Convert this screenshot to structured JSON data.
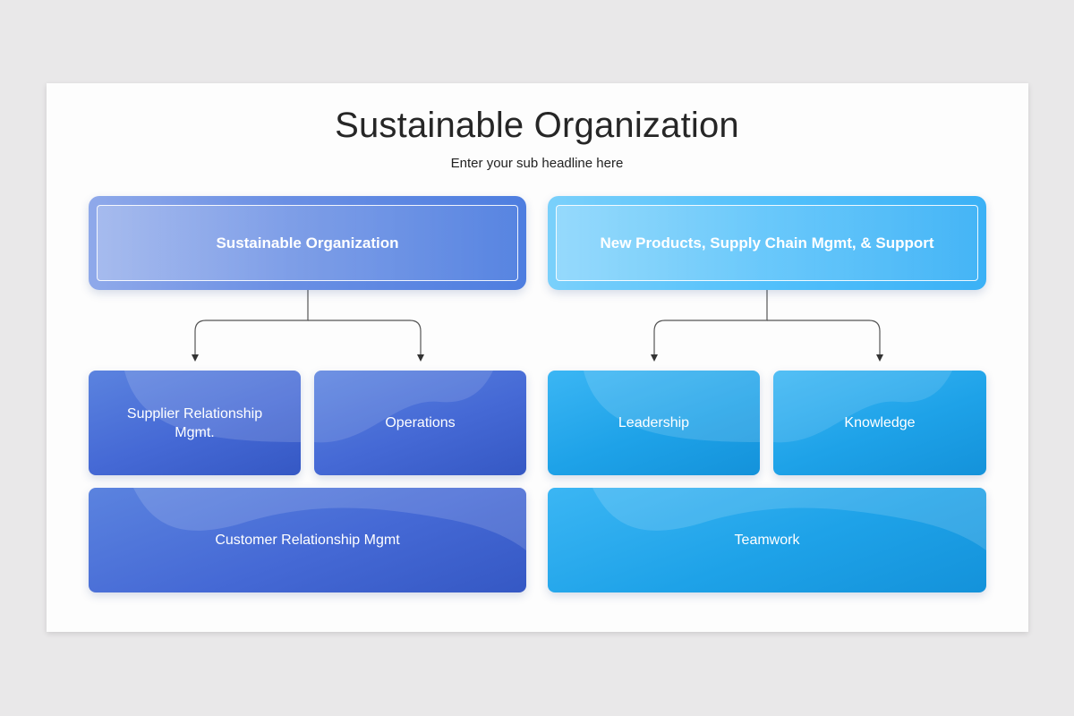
{
  "slide": {
    "title": "Sustainable Organization",
    "subtitle": "Enter your sub headline here"
  },
  "left_group": {
    "header": "Sustainable Organization",
    "children": [
      "Supplier Relationship Mgmt.",
      "Operations"
    ],
    "footer": "Customer Relationship Mgmt",
    "color": "#4a70d8"
  },
  "right_group": {
    "header": "New Products, Supply Chain Mgmt, & Support",
    "children": [
      "Leadership",
      "Knowledge"
    ],
    "footer": "Teamwork",
    "color": "#1ea2e8"
  }
}
